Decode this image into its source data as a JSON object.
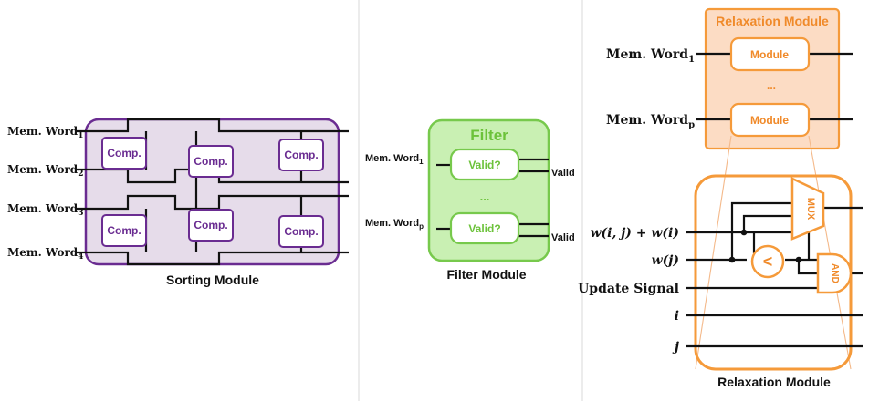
{
  "colors": {
    "sorting_fill": "#e6dcea",
    "sorting_stroke": "#6a2c91",
    "filter_fill": "#c9f0b3",
    "filter_stroke": "#77c94c",
    "filter_text": "#6cc23a",
    "relax_fill": "#fcdcc4",
    "relax_stroke": "#f59a3a",
    "relax_text": "#f08a2a",
    "wire": "#111111"
  },
  "sorting": {
    "inputs": [
      {
        "base": "Mem. Word",
        "sub": "1"
      },
      {
        "base": "Mem. Word",
        "sub": "2"
      },
      {
        "base": "Mem. Word",
        "sub": "3"
      },
      {
        "base": "Mem. Word",
        "sub": "4"
      }
    ],
    "comparator_label": "Comp.",
    "caption": "Sorting Module"
  },
  "filter": {
    "title": "Filter",
    "inputs": [
      {
        "base": "Mem. Word",
        "sub": "1"
      },
      {
        "base": "Mem. Word",
        "sub": "p"
      }
    ],
    "check_label": "Valid?",
    "ellipsis": "...",
    "output_label": "Valid",
    "caption": "Filter Module"
  },
  "relaxation": {
    "top_title": "Relaxation Module",
    "top_inputs": [
      {
        "base": "Mem. Word",
        "sub": "1"
      },
      {
        "base": "Mem. Word",
        "sub": "p"
      }
    ],
    "module_label": "Module",
    "ellipsis": "...",
    "detail_inputs": [
      "w(i, j) + w(i)",
      "w(j)",
      "Update Signal",
      "i",
      "j"
    ],
    "mux_label": "MUX",
    "and_label": "AND",
    "compare_symbol": "<",
    "caption": "Relaxation Module"
  }
}
